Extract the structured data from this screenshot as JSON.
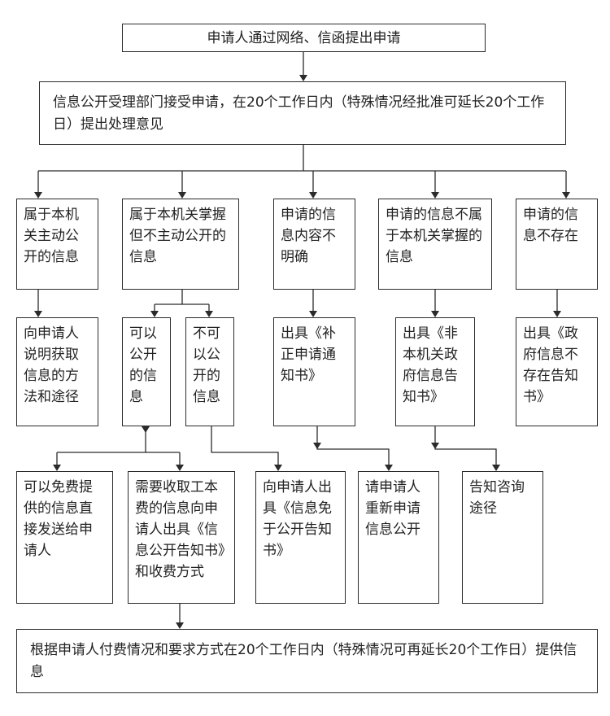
{
  "nodes": {
    "start": "申请人通过网络、信函提出申请",
    "accept": "信息公开受理部门接受申请，在20个工作日内（特殊情况经批准可延长20个工作日）提出处理意见",
    "c1": "属于本机关主动公开的信息",
    "c2": "属于本机关掌握但不主动公开的信息",
    "c3": "申请的信息内容不明确",
    "c4": "申请的信息不属于本机关掌握的信息",
    "c5": "申请的信息不存在",
    "r1": "向申请人说明获取信息的方法和途径",
    "r2a": "可以公开的信息",
    "r2b": "不可以公开的信息",
    "r3": "出具《补正申请通知书》",
    "r4": "出具《非本机关政府信息告知书》",
    "r5": "出具《政府信息不存在告知书》",
    "b1": "可以免费提供的信息直接发送给申请人",
    "b2": "需要收取工本费的信息向申请人出具《信息公开告知书》和收费方式",
    "b3": "向申请人出具《信息免于公开告知书》",
    "b4": "请申请人重新申请信息公开",
    "b5": "告知咨询途径",
    "end": "根据申请人付费情况和要求方式在20个工作日内（特殊情况可再延长20个工作日）提供信息"
  }
}
